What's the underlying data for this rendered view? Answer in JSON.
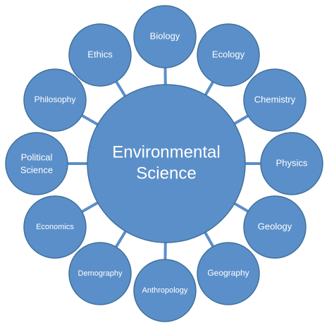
{
  "center": {
    "line1": "Environmental",
    "line2": "Science"
  },
  "nodes": {
    "biology": "Biology",
    "ecology": "Ecology",
    "chemistry": "Chemistry",
    "physics": "Physics",
    "geology": "Geology",
    "geography": "Geography",
    "anthropology": "Anthropology",
    "demography": "Demography",
    "economics": "Economics",
    "political_line1": "Political",
    "political_line2": "Science",
    "philosophy": "Philosophy",
    "ethics": "Ethics"
  },
  "colors": {
    "fill": "#5b8fc9",
    "stroke": "#41719c",
    "text": "#ffffff"
  }
}
